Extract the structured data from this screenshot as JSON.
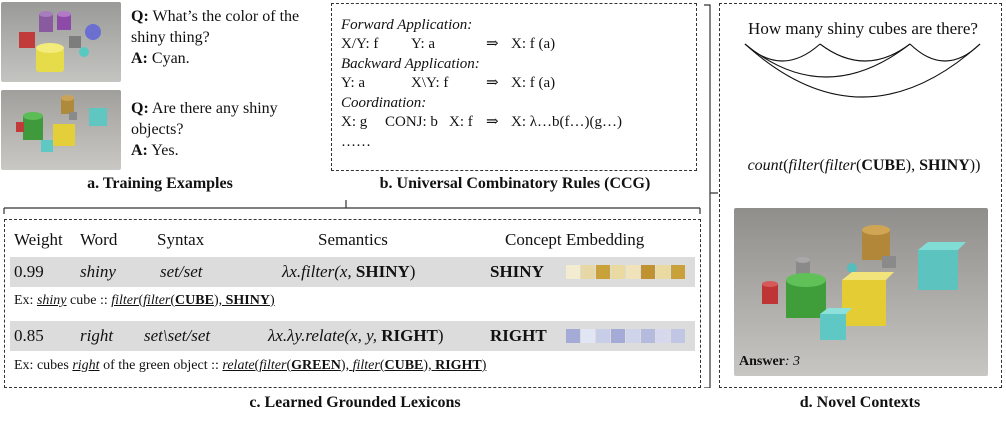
{
  "training": {
    "ex1": {
      "q_label": "Q:",
      "q_text": "What’s the color of the shiny thing?",
      "a_label": "A:",
      "a_text": "Cyan."
    },
    "ex2": {
      "q_label": "Q:",
      "q_text": "Are there any shiny objects?",
      "a_label": "A:",
      "a_text": "Yes."
    },
    "caption": "a. Training Examples"
  },
  "ccg": {
    "forward_title": "Forward Application:",
    "forward_rule": [
      "X/Y: f",
      "Y: a",
      "⇒",
      "X: f (a)"
    ],
    "backward_title": "Backward Application:",
    "backward_rule": [
      "Y: a",
      "X\\Y: f",
      "⇒",
      "X: f (a)"
    ],
    "coord_title": "Coordination:",
    "coord_rule": [
      "X: g",
      "CONJ: b",
      "X: f",
      "⇒",
      "X: λ…b(f…)(g…)"
    ],
    "ellipsis": "……",
    "caption": "b. Universal Combinatory Rules (CCG)"
  },
  "lexicon": {
    "headers": [
      "Weight",
      "Word",
      "Syntax",
      "Semantics",
      "Concept Embedding"
    ],
    "rows": [
      {
        "weight": "0.99",
        "word": "shiny",
        "syntax": "set/set",
        "semantics_pre": "λx.filter(x, ",
        "semantics_concept": "SHINY",
        "semantics_post": ")",
        "concept": "SHINY",
        "embedding": [
          "#f4ecd0",
          "#e6d7a4",
          "#c9a13a",
          "#ead9a0",
          "#f0e3bb",
          "#c09230",
          "#ead9a0",
          "#c9a13a"
        ],
        "example": {
          "prefix": "Ex: ",
          "word": "shiny",
          "mid": " cube :: ",
          "f1": "filter",
          "p1": "(",
          "f2": "filter",
          "p2": "(",
          "c1": "CUBE",
          "p3": "),  ",
          "c2": "SHINY",
          "p4": ")"
        }
      },
      {
        "weight": "0.85",
        "word": "right",
        "syntax": "set\\set/set",
        "semantics_pre": "λx.λy.relate(x, y, ",
        "semantics_concept": "RIGHT",
        "semantics_post": ")",
        "concept": "RIGHT",
        "embedding": [
          "#a3abd6",
          "#e2e5f3",
          "#c8cde8",
          "#a3abd6",
          "#d0d4ea",
          "#b4bbde",
          "#d6d9ee",
          "#c0c6e4"
        ],
        "example": {
          "prefix": "Ex: cubes ",
          "word": "right",
          "mid": " of the green object :: ",
          "f1": "relate",
          "p1": "(",
          "f2": "filter",
          "p2": "(",
          "c1": "GREEN",
          "p3": "),  ",
          "f3": "filter",
          "p3b": "(",
          "c3": "CUBE",
          "p3c": "),  ",
          "c2": "RIGHT",
          "p4": ")"
        }
      }
    ],
    "caption": "c. Learned Grounded Lexicons"
  },
  "novel": {
    "question": "How many shiny cubes are there?",
    "program": {
      "f1": "count",
      "p1": "(",
      "f2": "filter",
      "p2": "(",
      "f3": "filter",
      "p3": "(",
      "c1": "CUBE",
      "p4": "), ",
      "c2": "SHINY",
      "p5": "))"
    },
    "answer_label": "Answer",
    "answer_value": ": 3",
    "caption": "d. Novel Contexts"
  }
}
